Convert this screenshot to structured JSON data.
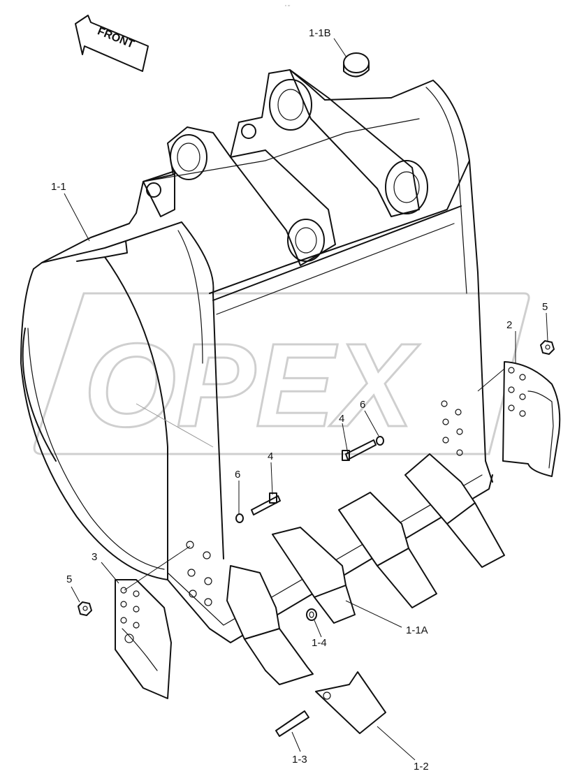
{
  "header_mark": "” ’’’",
  "direction": {
    "label": "FRONT"
  },
  "watermark": {
    "text": "OPEX"
  },
  "callouts": {
    "c_1_1B": "1-1B",
    "c_1_1": "1-1",
    "c_2": "2",
    "c_5_right": "5",
    "c_6_right": "6",
    "c_4_right": "4",
    "c_4_left": "4",
    "c_6_left": "6",
    "c_3": "3",
    "c_5_left": "5",
    "c_1_1A": "1-1A",
    "c_1_4": "1-4",
    "c_1_3": "1-3",
    "c_1_2": "1-2"
  },
  "icons": {
    "front_arrow": "arrow-icon",
    "nut": "nut-icon",
    "bolt": "bolt-icon",
    "washer": "washer-icon",
    "tooth": "tooth-icon",
    "pin": "pin-icon"
  }
}
